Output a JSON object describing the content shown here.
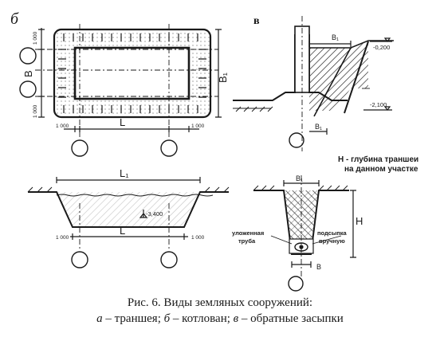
{
  "figure": {
    "label_b_section": "б",
    "label_v_section": "в",
    "dim_1000": "1 000",
    "dim_B": "B",
    "dim_B1": "B₁",
    "dim_L": "L",
    "dim_L1": "L₁",
    "dim_H": "H",
    "elev_0200": "-0,200",
    "elev_2100": "-2,100",
    "elev_3400": "-3,400",
    "note_line1": "H - глубина траншеи",
    "note_line2": "на данном участке",
    "label_pipe_line1": "уложенная",
    "label_pipe_line2": "труба",
    "label_backfill_line1": "подсыпка",
    "label_backfill_line2": "вручную"
  },
  "caption": {
    "line1": "Рис. 6.    Виды земляных сооружений:",
    "a_letter": "а",
    "a_text": " – траншея; ",
    "b_letter": "б",
    "b_text": " – котлован; ",
    "v_letter": "в",
    "v_text": " – обратные засыпки"
  },
  "colors": {
    "ink": "#1a1a1a",
    "paper": "#ffffff"
  }
}
